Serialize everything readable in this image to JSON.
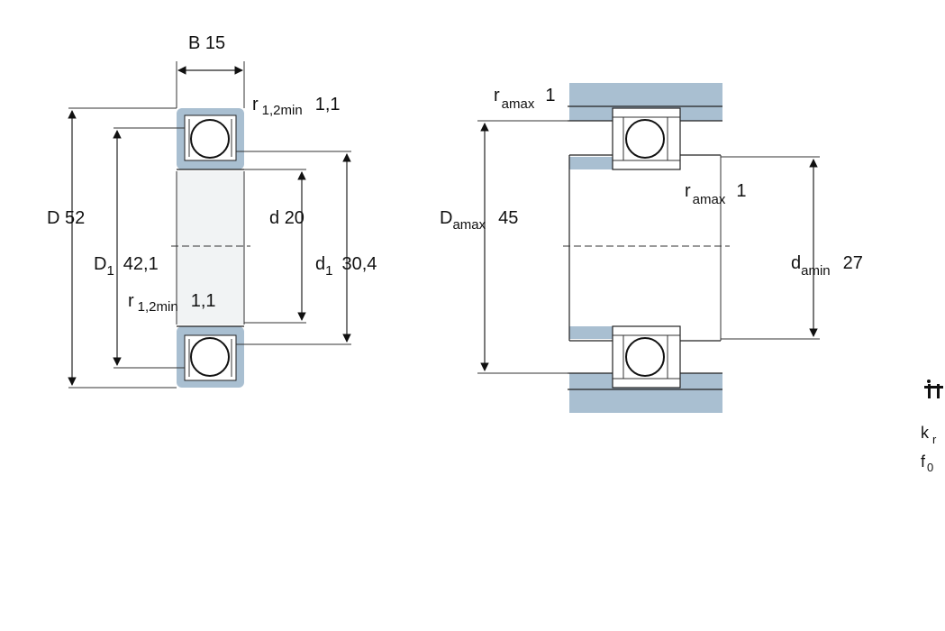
{
  "colors": {
    "section_fill": "#a9bfd1",
    "bore_fill": "#f1f3f4",
    "line": "#222222"
  },
  "bearing": {
    "B": {
      "symbol": "B",
      "value": "15"
    },
    "D": {
      "symbol": "D",
      "value": "52"
    },
    "D1": {
      "symbol": "D",
      "sub": "1",
      "value": "42,1"
    },
    "d": {
      "symbol": "d",
      "value": "20"
    },
    "d1": {
      "symbol": "d",
      "sub": "1",
      "value": "30,4"
    },
    "r12_top": {
      "symbol": "r",
      "sub": "1,2min",
      "value": "1,1"
    },
    "r12_bottom": {
      "symbol": "r",
      "sub": "1,2min",
      "value": "1,1"
    }
  },
  "abutment": {
    "ramax_top": {
      "symbol": "r",
      "sub": "amax",
      "value": "1"
    },
    "ramax_mid": {
      "symbol": "r",
      "sub": "amax",
      "value": "1"
    },
    "Damax": {
      "symbol": "D",
      "sub": "amax",
      "value": "45"
    },
    "damin": {
      "symbol": "d",
      "sub": "amin",
      "value": "27"
    }
  },
  "side_panel": {
    "icon": "calculation-icon",
    "kr": {
      "symbol": "k",
      "sub": "r"
    },
    "f0": {
      "symbol": "f",
      "sub": "0"
    }
  }
}
